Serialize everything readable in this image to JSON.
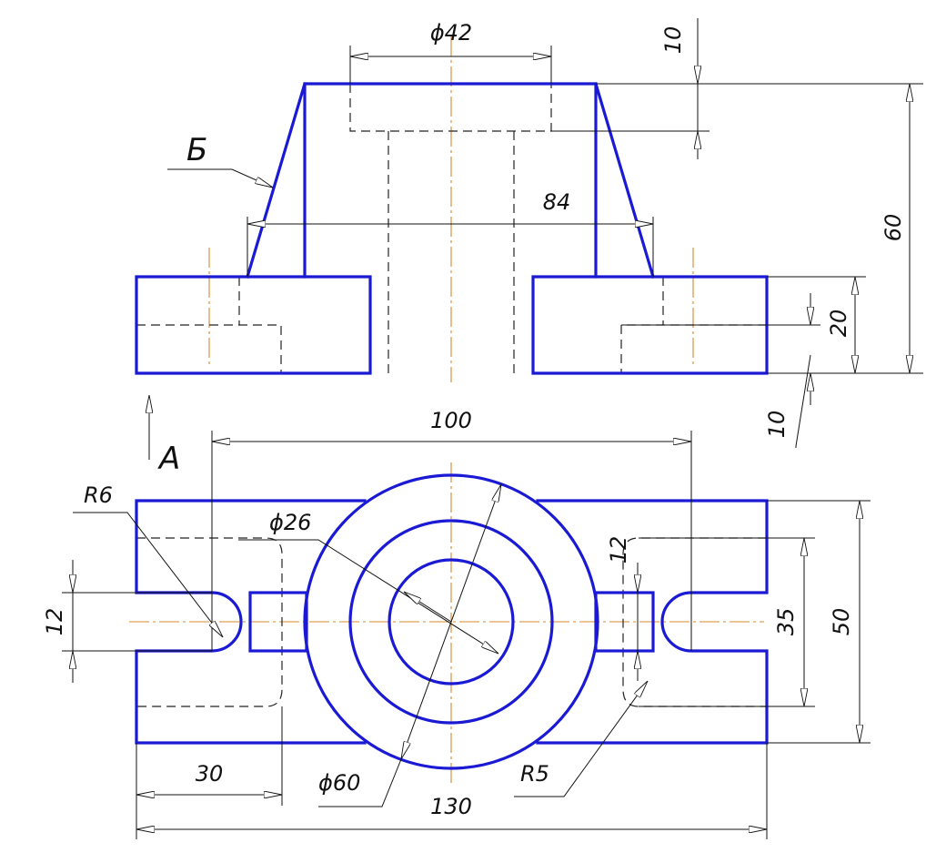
{
  "dimensions": {
    "d42": "ϕ42",
    "h10_top": "10",
    "h60": "60",
    "w84": "84",
    "h20": "20",
    "h10_bot": "10",
    "w100": "100",
    "r6": "R6",
    "d26": "ϕ26",
    "w12_left": "12",
    "w12_right": "12",
    "h35": "35",
    "h50": "50",
    "w30": "30",
    "d60": "ϕ60",
    "r5": "R5",
    "w130": "130"
  },
  "labels": {
    "view_b": "Б",
    "view_a": "А"
  },
  "colors": {
    "outline": "#1a1ad4",
    "centerline": "#d8892b",
    "dimension": "#111111"
  }
}
